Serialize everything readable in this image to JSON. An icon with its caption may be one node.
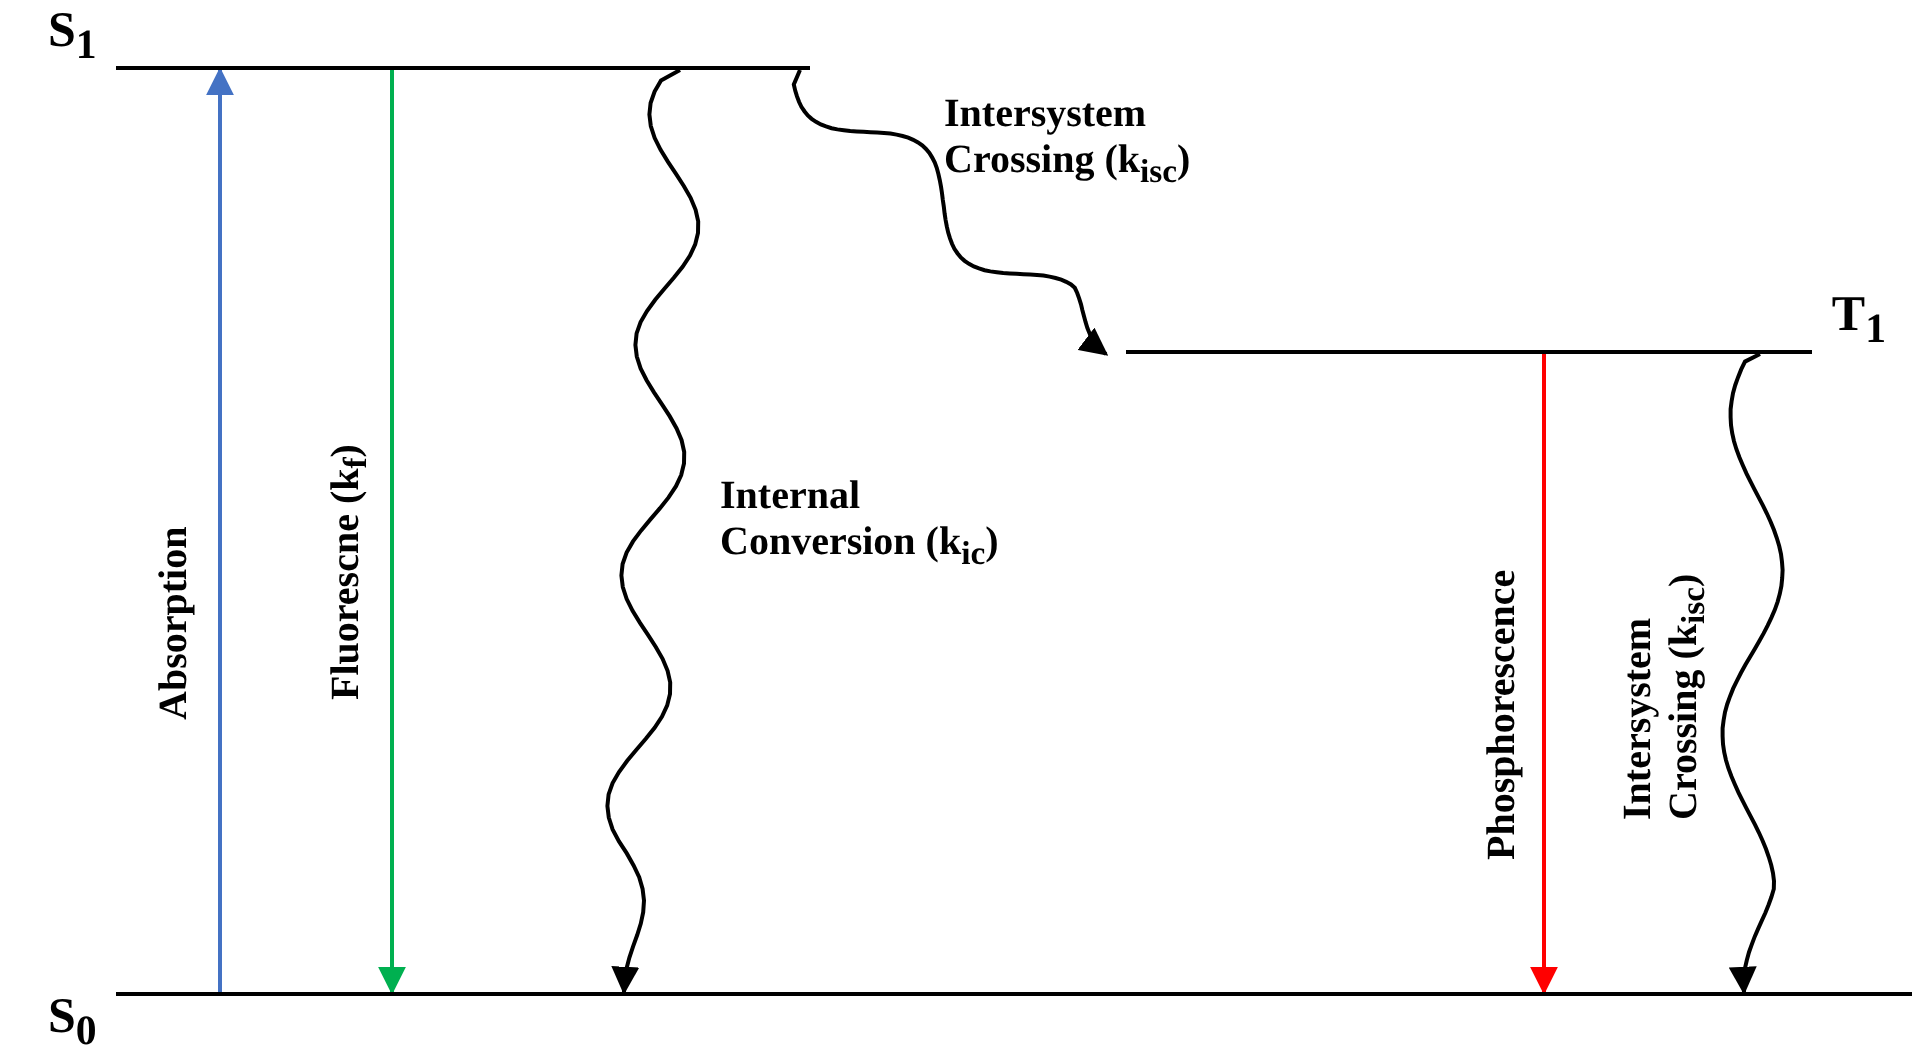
{
  "diagram": {
    "nodes": [
      {
        "text": [
          "S$_{1}$"
        ]
      },
      {
        "text": [
          "T$_{1}$"
        ]
      },
      {
        "text": [
          "S$_{0}$"
        ]
      }
    ],
    "edges": [
      {
        "from": 2,
        "to": 0,
        "arrow": "to",
        "label": "Absorption",
        "color": "#4472c4"
      },
      {
        "from": 0,
        "to": 2,
        "arrow": "to",
        "label": "Fluorescne (k$_{f}$)",
        "color": "#00b050"
      },
      {
        "from": 0,
        "to": 2,
        "arrow": "to",
        "label": "Internal Conversion (k$_{ic}$)"
      },
      {
        "from": 0,
        "to": 1,
        "arrow": "to",
        "label": "Intersystem Crossing (k$_{isc}$)"
      },
      {
        "from": 1,
        "to": 2,
        "arrow": "to",
        "label": "Phosphorescence",
        "color": "#ff0000"
      },
      {
        "from": 1,
        "to": 2,
        "arrow": "to",
        "label": "Intersystem Crossing (k$_{isc}$)"
      }
    ]
  }
}
